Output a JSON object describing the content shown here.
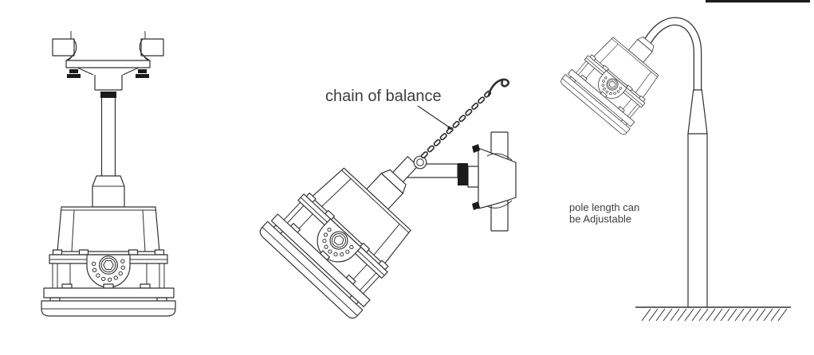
{
  "page": {
    "background": "#ffffff",
    "line_color": "#303030",
    "ink": "#1b1b1b",
    "text_color": "#3e3e3e"
  },
  "annotations": {
    "chain_label": "chain of balance",
    "pole_note_line1": "pole length can",
    "pole_note_line2": "be Adjustable"
  }
}
